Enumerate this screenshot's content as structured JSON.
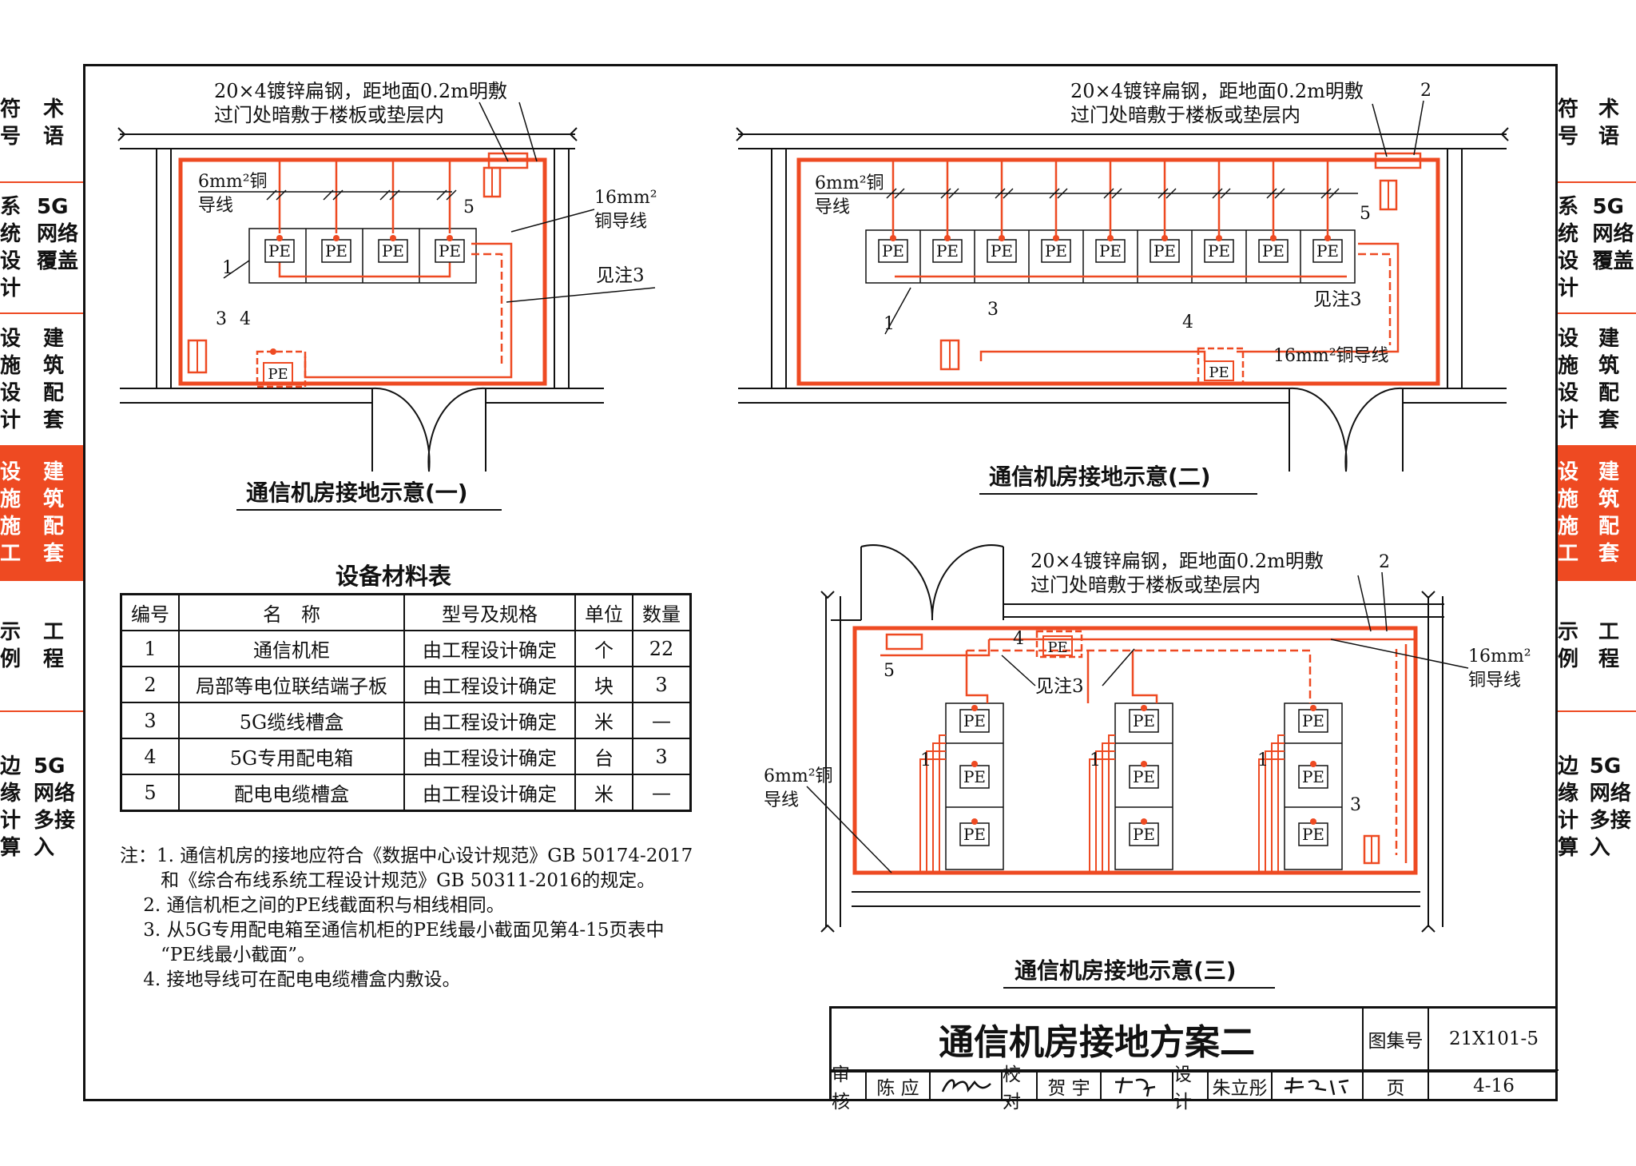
{
  "sidebar_left": {
    "tabs": [
      {
        "cols": [
          "术语",
          "符号"
        ],
        "active": false
      },
      {
        "cols": [
          "5G网络覆盖",
          "系统设计"
        ],
        "active": false
      },
      {
        "cols": [
          "建筑配套",
          "设施设计"
        ],
        "active": false
      },
      {
        "cols": [
          "建筑配套",
          "设施施工"
        ],
        "active": true
      },
      {
        "cols": [
          "工程",
          "示例"
        ],
        "active": false
      },
      {
        "cols": [
          "5G网络多接入",
          "边缘计算"
        ],
        "active": false
      }
    ]
  },
  "sidebar_right": {
    "tabs": [
      {
        "cols": [
          "术语",
          "符号"
        ],
        "active": false
      },
      {
        "cols": [
          "5G网络覆盖",
          "系统设计"
        ],
        "active": false
      },
      {
        "cols": [
          "建筑配套",
          "设施设计"
        ],
        "active": false
      },
      {
        "cols": [
          "建筑配套",
          "设施施工"
        ],
        "active": true
      },
      {
        "cols": [
          "工程",
          "示例"
        ],
        "active": false
      },
      {
        "cols": [
          "5G网络多接入",
          "边缘计算"
        ],
        "active": false
      }
    ]
  },
  "diagram1": {
    "caption": "通信机房接地示意(一)",
    "steel_line1": "20×4镀锌扁钢，距地面0.2m明敷",
    "steel_line2": "过门处暗敷于楼板或垫层内",
    "wire6_line1": "6mm²铜",
    "wire6_line2": "导线",
    "wire16_line1": "16mm²",
    "wire16_line2": "铜导线",
    "note_ref": "见注3",
    "pe": "PE",
    "labels": [
      "1",
      "3",
      "4",
      "5"
    ]
  },
  "diagram2": {
    "caption": "通信机房接地示意(二)",
    "steel_line1": "20×4镀锌扁钢，距地面0.2m明敷",
    "steel_line2": "过门处暗敷于楼板或垫层内",
    "wire6_line1": "6mm²铜",
    "wire6_line2": "导线",
    "wire16": "16mm²铜导线",
    "note_ref": "见注3",
    "pe": "PE",
    "labels": [
      "1",
      "2",
      "3",
      "4",
      "5"
    ]
  },
  "diagram3": {
    "caption": "通信机房接地示意(三)",
    "steel_line1": "20×4镀锌扁钢，距地面0.2m明敷",
    "steel_line2": "过门处暗敷于楼板或垫层内",
    "wire6_line1": "6mm²铜",
    "wire6_line2": "导线",
    "wire16_line1": "16mm²",
    "wire16_line2": "铜导线",
    "note_ref": "见注3",
    "pe": "PE",
    "labels": [
      "1",
      "2",
      "3",
      "4",
      "5"
    ]
  },
  "materials": {
    "title": "设备材料表",
    "headers": [
      "编号",
      "名　称",
      "型号及规格",
      "单位",
      "数量"
    ],
    "rows": [
      [
        "1",
        "通信机柜",
        "由工程设计确定",
        "个",
        "22"
      ],
      [
        "2",
        "局部等电位联结端子板",
        "由工程设计确定",
        "块",
        "3"
      ],
      [
        "3",
        "5G缆线槽盒",
        "由工程设计确定",
        "米",
        "—"
      ],
      [
        "4",
        "5G专用配电箱",
        "由工程设计确定",
        "台",
        "3"
      ],
      [
        "5",
        "配电电缆槽盒",
        "由工程设计确定",
        "米",
        "—"
      ]
    ]
  },
  "notes": [
    "注：1. 通信机房的接地应符合《数据中心设计规范》GB 50174-2017",
    "       和《综合布线系统工程设计规范》GB 50311-2016的规定。",
    "    2. 通信机柜之间的PE线截面积与相线相同。",
    "    3. 从5G专用配电箱至通信机柜的PE线最小截面见第4-15页表中",
    "       “PE线最小截面”。",
    "    4. 接地导线可在配电电缆槽盒内敷设。"
  ],
  "title_block": {
    "title": "通信机房接地方案二",
    "atlas_label": "图集号",
    "atlas_no": "21X101-5",
    "review_label": "审核",
    "review_name": "陈 应",
    "check_label": "校对",
    "check_name": "贺 宇",
    "design_label": "设计",
    "design_name": "朱立彤",
    "page_label": "页",
    "page_no": "4-16"
  },
  "colors": {
    "accent": "#ee4a22",
    "ink": "#111111"
  }
}
